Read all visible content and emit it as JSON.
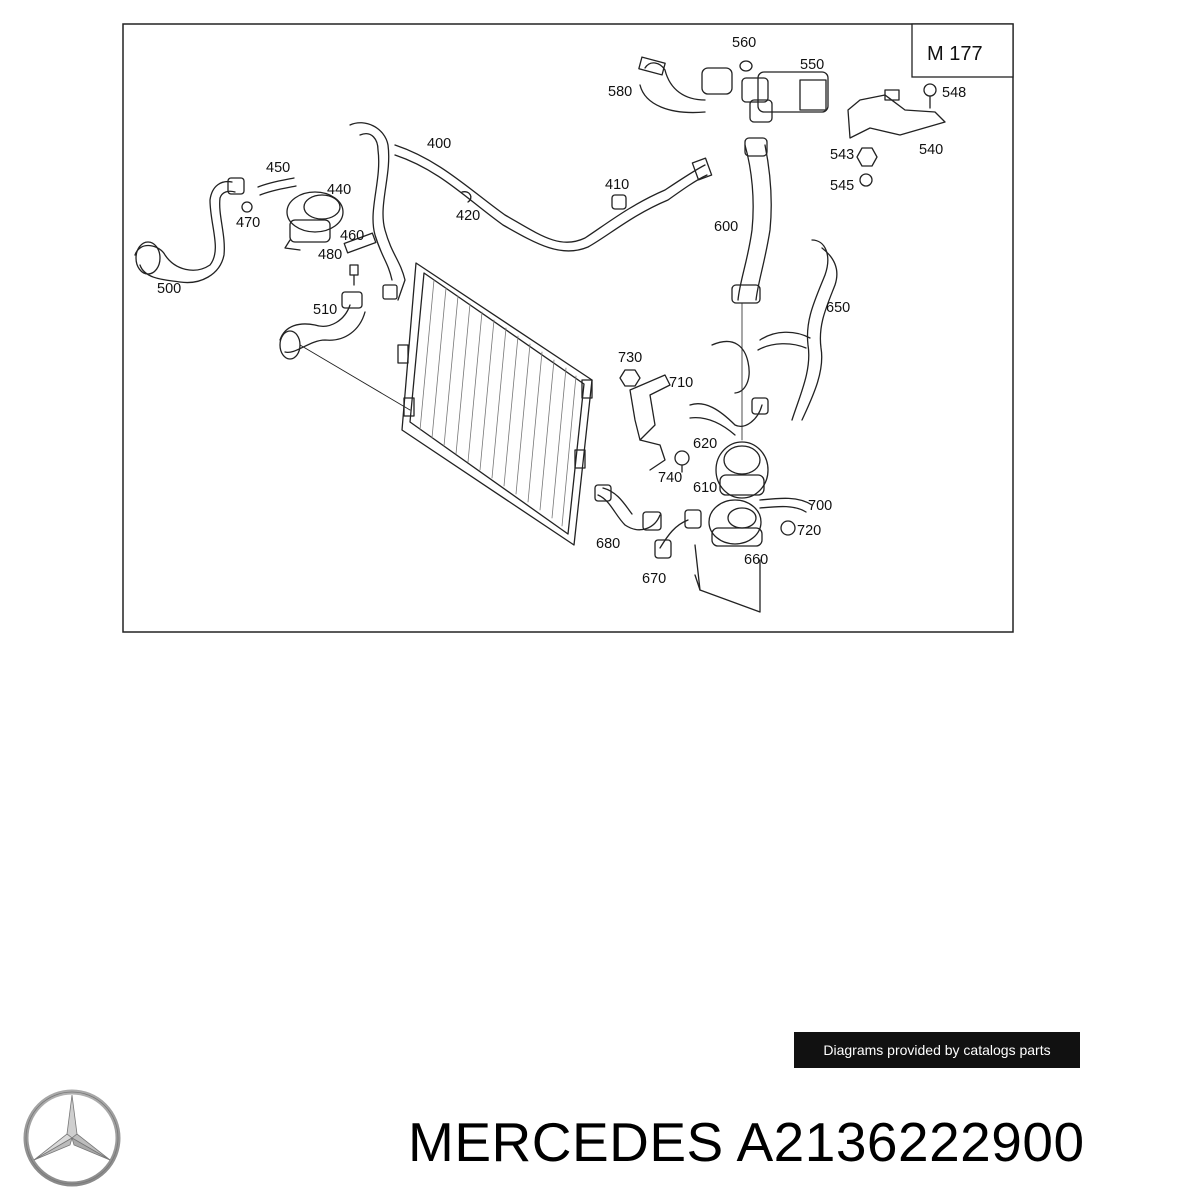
{
  "diagram": {
    "engine_code": "M 177",
    "part_labels": [
      "560",
      "550",
      "580",
      "548",
      "400",
      "450",
      "440",
      "543",
      "540",
      "545",
      "410",
      "470",
      "420",
      "600",
      "460",
      "500",
      "480",
      "650",
      "510",
      "730",
      "710",
      "620",
      "740",
      "610",
      "700",
      "720",
      "680",
      "660",
      "670"
    ]
  },
  "footer": {
    "credit": "Diagrams provided by catalogs parts",
    "brand": "MERCEDES",
    "part_number": "A2136222900"
  },
  "logo_icon": "mercedes-star-icon"
}
